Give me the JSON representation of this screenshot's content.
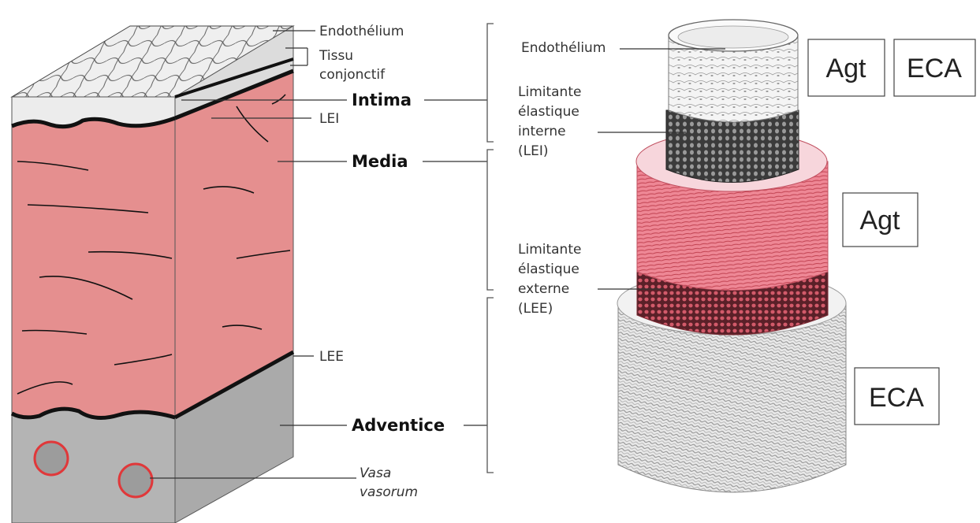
{
  "left_diagram": {
    "labels": {
      "endothelium": "Endothélium",
      "tissu": "Tissu",
      "conjonctif": "conjonctif",
      "lei": "LEI",
      "lee": "LEE",
      "vasa_1": "Vasa",
      "vasa_2": "vasorum"
    },
    "layers": {
      "intima": "Intima",
      "media": "Media",
      "adventice": "Adventice"
    }
  },
  "right_diagram": {
    "labels": {
      "endothelium": "Endothélium",
      "lei_1": "Limitante",
      "lei_2": "élastique",
      "lei_3": "interne",
      "lei_4": "(LEI)",
      "lee_1": "Limitante",
      "lee_2": "élastique",
      "lee_3": "externe",
      "lee_4": "(LEE)"
    },
    "boxes": {
      "top_agt": "Agt",
      "top_eca": "ECA",
      "mid_agt": "Agt",
      "bottom_eca": "ECA"
    }
  },
  "colors": {
    "media": "#e58f8f",
    "adventice": "#b4b4b4",
    "intima": "#ececec",
    "vessel_ring": "#e0383a",
    "tube_pink": "#e8687a",
    "tube_dark": "#3a3a3a"
  }
}
